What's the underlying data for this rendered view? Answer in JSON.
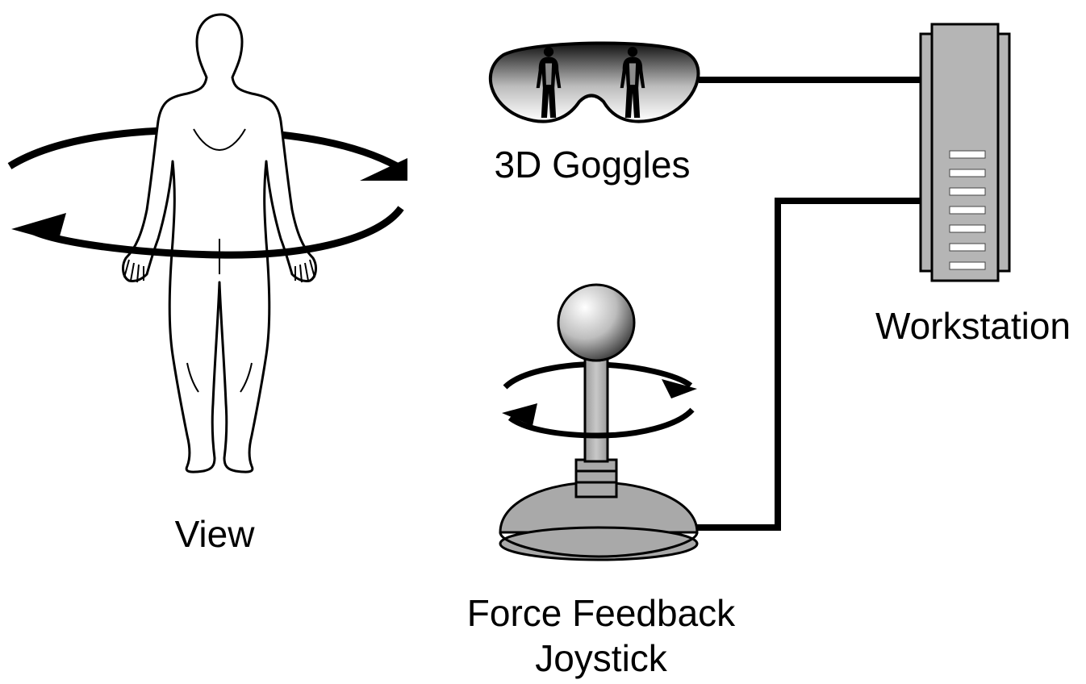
{
  "labels": {
    "view": "View",
    "goggles": "3D Goggles",
    "workstation": "Workstation",
    "joystick_line1": "Force Feedback",
    "joystick_line2": "Joystick"
  },
  "colors": {
    "ink": "#000000",
    "device_gray": "#b5b5b5",
    "base_gray": "#a9a9a9",
    "slot_white": "#ffffff"
  },
  "icons": [
    "human-figure-icon",
    "rotate-arrows-icon",
    "goggles-icon",
    "workstation-icon",
    "joystick-icon"
  ]
}
